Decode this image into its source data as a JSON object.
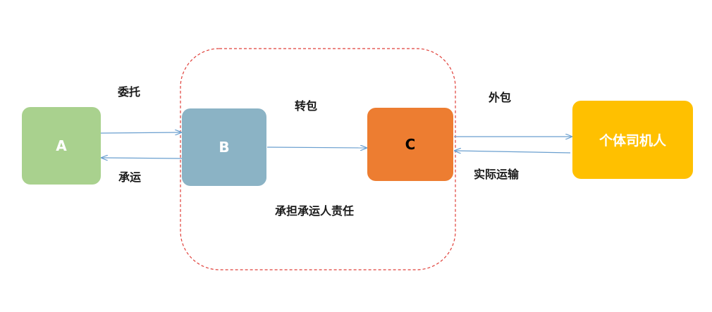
{
  "nodes": {
    "a": {
      "label": "A",
      "color": "#a9d18e"
    },
    "b": {
      "label": "B",
      "color": "#8bb3c5"
    },
    "c": {
      "label": "C",
      "color": "#ed7d31"
    },
    "d": {
      "label": "个体司机人",
      "color": "#ffc000"
    }
  },
  "edges": {
    "entrust": {
      "label": "委托",
      "from": "A",
      "to": "B"
    },
    "carry": {
      "label": "承运",
      "from": "B",
      "to": "A"
    },
    "subcontract": {
      "label": "转包",
      "from": "B",
      "to": "C"
    },
    "outsource": {
      "label": "外包",
      "from": "C",
      "to": "个体司机人"
    },
    "actual_transport": {
      "label": "实际运输",
      "from": "个体司机人",
      "to": "C"
    }
  },
  "group": {
    "label": "承担承运人责任",
    "members": [
      "B",
      "C"
    ],
    "border_color": "#e0403a"
  },
  "colors": {
    "arrow": "#6a9fcf"
  }
}
